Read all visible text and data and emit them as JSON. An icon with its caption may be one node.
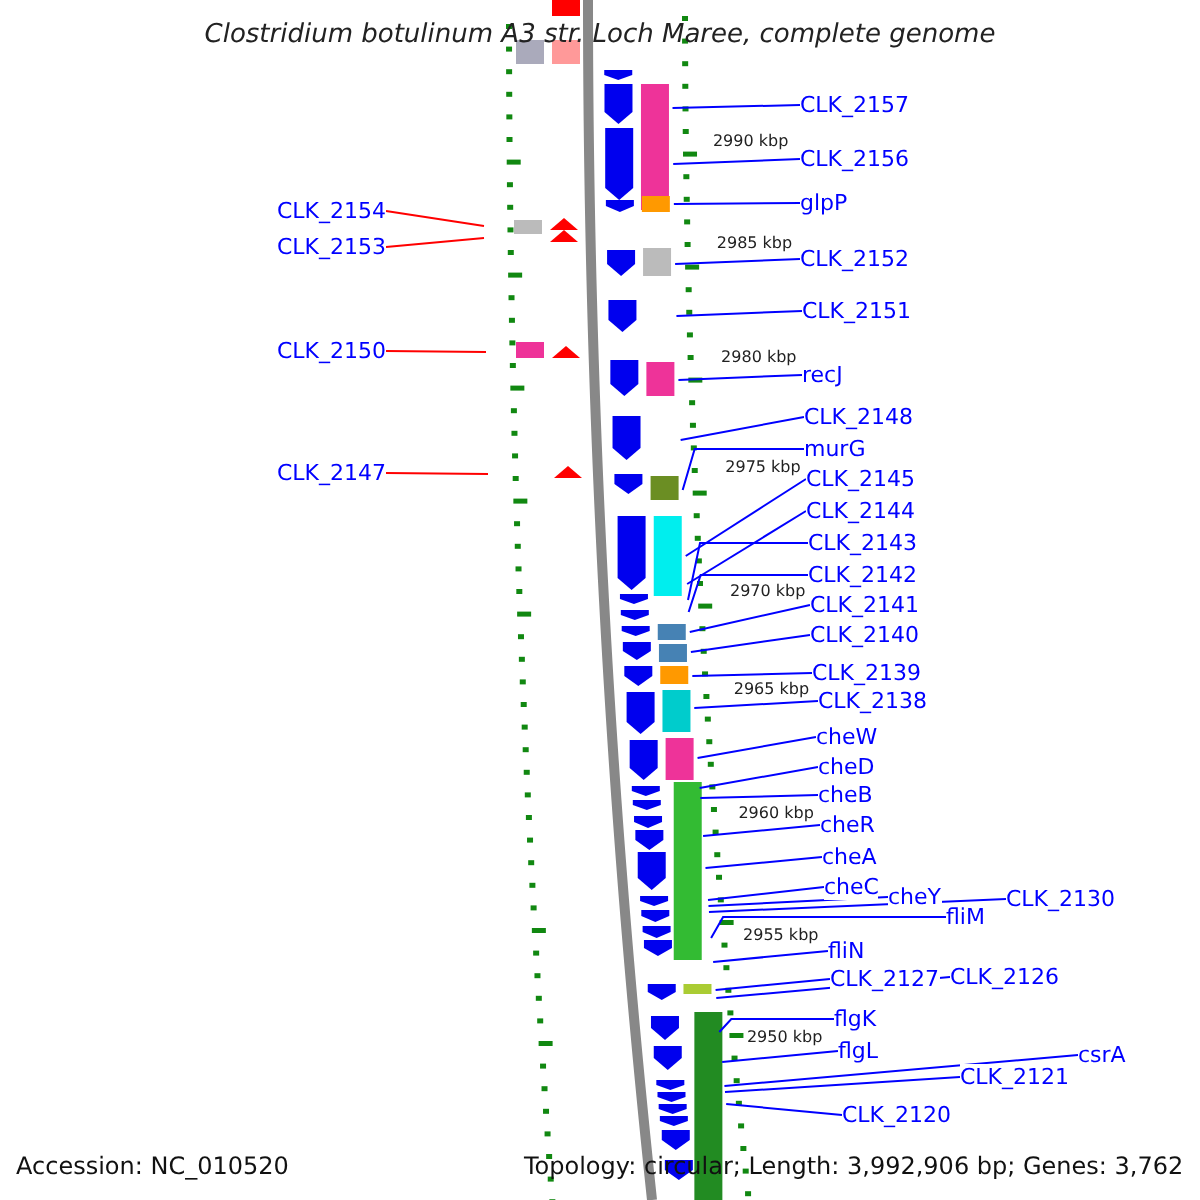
{
  "diagram": {
    "title": "Clostridium botulinum A3 str. Loch Maree, complete genome",
    "nodes": [
      {
        "text": [
          "CLK_2157"
        ]
      },
      {
        "text": [
          "CLK_2156"
        ]
      },
      {
        "text": [
          "glpP"
        ]
      },
      {
        "text": [
          "CLK_2152"
        ]
      },
      {
        "text": [
          "CLK_2151"
        ]
      },
      {
        "text": [
          "recJ"
        ]
      },
      {
        "text": [
          "CLK_2148"
        ]
      },
      {
        "text": [
          "murG"
        ]
      },
      {
        "text": [
          "CLK_2145"
        ]
      },
      {
        "text": [
          "CLK_2144"
        ]
      },
      {
        "text": [
          "CLK_2143"
        ]
      },
      {
        "text": [
          "CLK_2142"
        ]
      },
      {
        "text": [
          "CLK_2141"
        ]
      },
      {
        "text": [
          "CLK_2140"
        ]
      },
      {
        "text": [
          "CLK_2139"
        ]
      },
      {
        "text": [
          "CLK_2138"
        ]
      },
      {
        "text": [
          "cheW"
        ]
      },
      {
        "text": [
          "cheD"
        ]
      },
      {
        "text": [
          "cheB"
        ]
      },
      {
        "text": [
          "cheR"
        ]
      },
      {
        "text": [
          "cheA"
        ]
      },
      {
        "text": [
          "cheC"
        ]
      },
      {
        "text": [
          "cheY"
        ]
      },
      {
        "text": [
          "CLK_2130"
        ]
      },
      {
        "text": [
          "fliM"
        ]
      },
      {
        "text": [
          "fliN"
        ]
      },
      {
        "text": [
          "CLK_2127"
        ]
      },
      {
        "text": [
          "CLK_2126"
        ]
      },
      {
        "text": [
          "flgK"
        ]
      },
      {
        "text": [
          "flgL"
        ]
      },
      {
        "text": [
          "csrA"
        ]
      },
      {
        "text": [
          "CLK_2121"
        ]
      },
      {
        "text": [
          "CLK_2120"
        ]
      },
      {
        "text": [
          "CLK_2154"
        ]
      },
      {
        "text": [
          "CLK_2153"
        ]
      },
      {
        "text": [
          "CLK_2150"
        ]
      },
      {
        "text": [
          "CLK_2147"
        ]
      }
    ],
    "edges": [
      {
        "from": 0,
        "to": null,
        "arrow": "none"
      },
      {
        "from": 1,
        "to": null,
        "arrow": "none"
      },
      {
        "from": 2,
        "to": null,
        "arrow": "none"
      },
      {
        "from": 3,
        "to": null,
        "arrow": "none"
      },
      {
        "from": 4,
        "to": null,
        "arrow": "none"
      },
      {
        "from": 5,
        "to": null,
        "arrow": "none"
      },
      {
        "from": 6,
        "to": null,
        "arrow": "none"
      },
      {
        "from": 7,
        "to": null,
        "arrow": "none"
      },
      {
        "from": 8,
        "to": null,
        "arrow": "none"
      },
      {
        "from": 9,
        "to": null,
        "arrow": "none"
      },
      {
        "from": 10,
        "to": null,
        "arrow": "none"
      },
      {
        "from": 11,
        "to": null,
        "arrow": "none"
      },
      {
        "from": 12,
        "to": null,
        "arrow": "none"
      },
      {
        "from": 13,
        "to": null,
        "arrow": "none"
      },
      {
        "from": 14,
        "to": null,
        "arrow": "none"
      },
      {
        "from": 15,
        "to": null,
        "arrow": "none"
      },
      {
        "from": 16,
        "to": null,
        "arrow": "none"
      },
      {
        "from": 17,
        "to": null,
        "arrow": "none"
      },
      {
        "from": 18,
        "to": null,
        "arrow": "none"
      },
      {
        "from": 19,
        "to": null,
        "arrow": "none"
      },
      {
        "from": 20,
        "to": null,
        "arrow": "none"
      },
      {
        "from": 21,
        "to": null,
        "arrow": "none"
      },
      {
        "from": 22,
        "to": null,
        "arrow": "none"
      },
      {
        "from": 23,
        "to": null,
        "arrow": "none"
      },
      {
        "from": 24,
        "to": null,
        "arrow": "none"
      },
      {
        "from": 25,
        "to": null,
        "arrow": "none"
      },
      {
        "from": 26,
        "to": null,
        "arrow": "none"
      },
      {
        "from": 27,
        "to": null,
        "arrow": "none"
      },
      {
        "from": 28,
        "to": null,
        "arrow": "none"
      },
      {
        "from": 29,
        "to": null,
        "arrow": "none"
      },
      {
        "from": 30,
        "to": null,
        "arrow": "none"
      },
      {
        "from": 31,
        "to": null,
        "arrow": "none"
      },
      {
        "from": 32,
        "to": null,
        "arrow": "none"
      },
      {
        "from": 33,
        "to": null,
        "arrow": "none",
        "color": "#ff0000"
      },
      {
        "from": 34,
        "to": null,
        "arrow": "none",
        "color": "#ff0000"
      },
      {
        "from": 35,
        "to": null,
        "arrow": "none",
        "color": "#ff0000"
      },
      {
        "from": 36,
        "to": null,
        "arrow": "none",
        "color": "#ff0000"
      }
    ],
    "labels": [
      "2990 kbp",
      "2985 kbp",
      "2980 kbp",
      "2975 kbp",
      "2970 kbp",
      "2965 kbp",
      "2960 kbp",
      "2955 kbp",
      "2950 kbp",
      "Accession: NC_010520",
      "Topology: circular; Length: 3,992,906 bp; Genes: 3,762"
    ]
  }
}
